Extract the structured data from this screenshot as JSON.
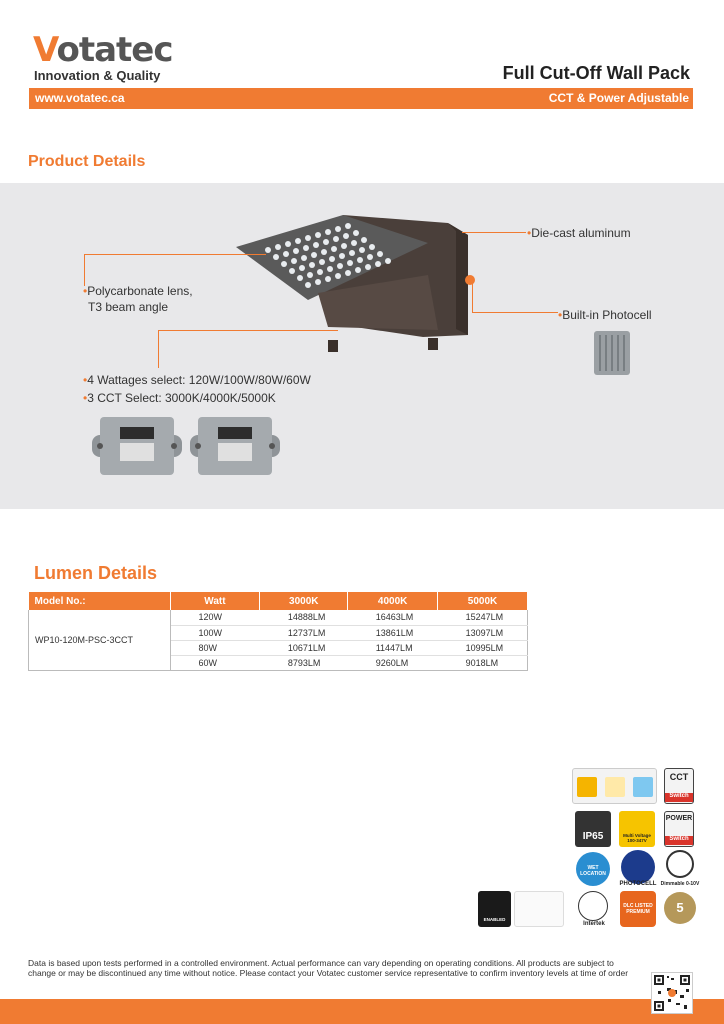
{
  "header": {
    "logo": "Votatec",
    "tagline": "Innovation & Quality",
    "title": "Full Cut-Off Wall Pack",
    "url": "www.votatec.ca",
    "subtitle": "CCT & Power Adjustable"
  },
  "product": {
    "section_title": "Product Details",
    "callouts": {
      "die_cast": "Die-cast aluminum",
      "lens_1": "Polycarbonate lens,",
      "lens_2": "T3 beam angle",
      "photocell": "Built-in Photocell",
      "wattage": "4 Wattages select: 120W/100W/80W/60W",
      "cct": "3 CCT Select: 3000K/4000K/5000K"
    }
  },
  "lumen": {
    "section_title": "Lumen Details",
    "headers": [
      "Model No.:",
      "Watt",
      "3000K",
      "4000K",
      "5000K"
    ],
    "model": "WP10-120M-PSC-3CCT",
    "rows": [
      [
        "120W",
        "14888LM",
        "16463LM",
        "15247LM"
      ],
      [
        "100W",
        "12737LM",
        "13861LM",
        "13097LM"
      ],
      [
        "80W",
        "10671LM",
        "11447LM",
        "10995LM"
      ],
      [
        "60W",
        "8793LM",
        "9260LM",
        "9018LM"
      ]
    ]
  },
  "badges": {
    "cct": "CCT",
    "switch": "Switch",
    "power": "POWER",
    "switch2": "Switch",
    "ip": "IP65",
    "multivolt": "Multi Voltage 100-347V",
    "wet": "WET LOCATION",
    "photocell": "PHOTOCELL",
    "dimmable": "Dimmable 0-10V",
    "enabled": "ENABLED",
    "intertek": "Intertek",
    "dlc": "DLC LISTED PREMIUM",
    "warranty": "5"
  },
  "colors": {
    "accent": "#f07b32",
    "panel": "#e8e8ea"
  },
  "disclaimer": "Data is based upon tests performed in a controlled environment. Actual performance can vary depending on operating conditions. All products are subject to change or may be discontinued any time without notice. Please contact your Votatec customer service representative to confirm inventory levels at time of order"
}
